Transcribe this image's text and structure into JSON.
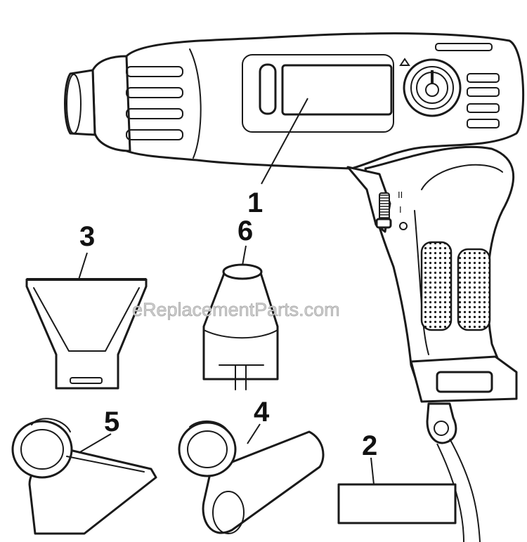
{
  "watermark": "eReplacementParts.com",
  "callouts": [
    {
      "id": "1",
      "label": "1"
    },
    {
      "id": "2",
      "label": "2"
    },
    {
      "id": "3",
      "label": "3"
    },
    {
      "id": "4",
      "label": "4"
    },
    {
      "id": "5",
      "label": "5"
    },
    {
      "id": "6",
      "label": "6"
    }
  ],
  "trigger_markings": [
    "II",
    "I",
    "0"
  ],
  "colors": {
    "line": "#1a1a1a",
    "watermark": "#cfcfcf"
  }
}
